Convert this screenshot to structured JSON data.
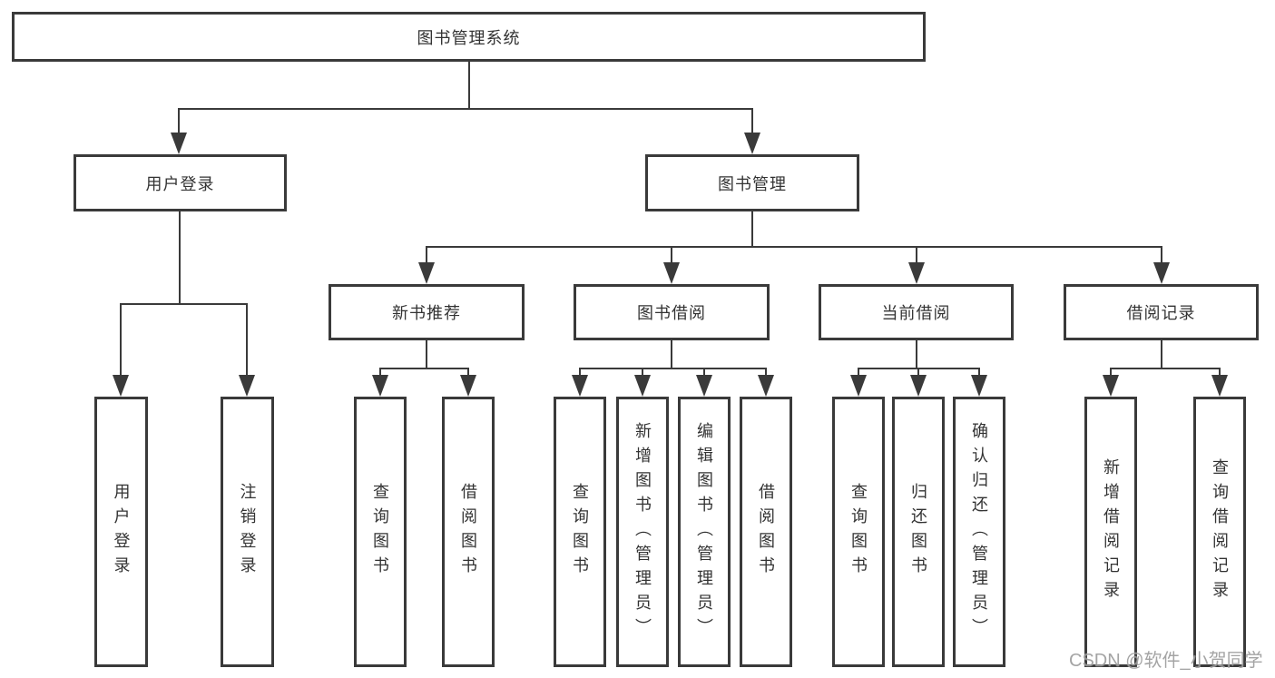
{
  "root": {
    "label": "图书管理系统"
  },
  "level2": [
    {
      "label": "用户登录"
    },
    {
      "label": "图书管理"
    }
  ],
  "level3": [
    {
      "label": "新书推荐"
    },
    {
      "label": "图书借阅"
    },
    {
      "label": "当前借阅"
    },
    {
      "label": "借阅记录"
    }
  ],
  "leaves": [
    {
      "label": "用户登录"
    },
    {
      "label": "注销登录"
    },
    {
      "label": "查询图书"
    },
    {
      "label": "借阅图书"
    },
    {
      "label": "查询图书"
    },
    {
      "label": "新增图书（管理员）"
    },
    {
      "label": "编辑图书（管理员）"
    },
    {
      "label": "借阅图书"
    },
    {
      "label": "查询图书"
    },
    {
      "label": "归还图书"
    },
    {
      "label": "确认归还（管理员）"
    },
    {
      "label": "新增借阅记录"
    },
    {
      "label": "查询借阅记录"
    }
  ],
  "watermark": "CSDN @软件_小贺同学",
  "colors": {
    "line": "#3a3a3a",
    "text": "#333333",
    "watermark": "#9b9b9b",
    "background": "#ffffff"
  }
}
